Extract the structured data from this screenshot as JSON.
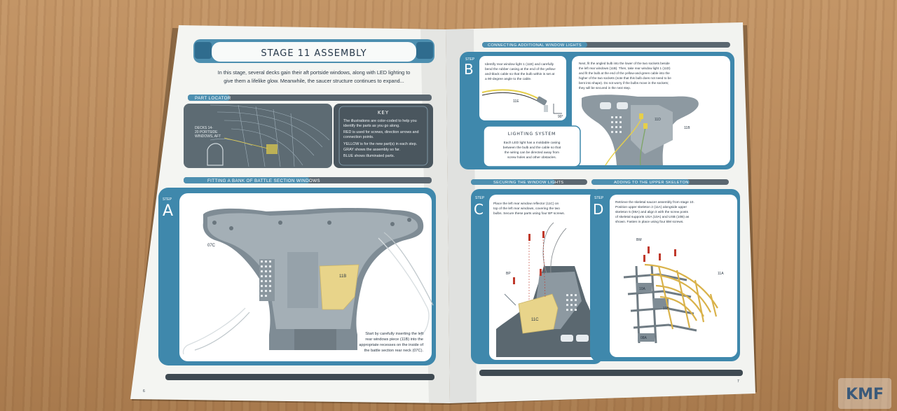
{
  "left_page": {
    "title": "STAGE 11 ASSEMBLY",
    "intro_line1": "In this stage, several decks gain their aft portside windows, along with LED lighting to",
    "intro_line2": "give them a lifelike glow. Meanwhile, the saucer structure continues to expand...",
    "part_locator": {
      "header": "PART LOCATOR",
      "deck_label_1": "DECKS 14-",
      "deck_label_2": "20 PORTSIDE",
      "deck_label_3": "WINDOWS, AFT"
    },
    "key": {
      "title": "KEY",
      "lines": [
        "The illustrations are color-coded to help you",
        "identify the parts as you go along.",
        "RED is used for screws, direction arrows and",
        "connection points.",
        "YELLOW is for the new part(s) in each step.",
        "GRAY shows the assembly so far.",
        "BLUE shows illuminated parts."
      ]
    },
    "section_header": "FITTING A BANK OF BATTLE SECTION WINDOWS",
    "step_a": {
      "step_word": "STEP",
      "letter": "A",
      "part_07c": "07C",
      "part_11b": "11B",
      "caption": [
        "Start by carefully inserting the left",
        "rear windows piece (11B) into the",
        "appropriate recesses on the inside of",
        "the battle section rear neck (07C)."
      ]
    },
    "page_number": "6"
  },
  "right_page": {
    "section_header_b": "CONNECTING ADDITIONAL WINDOW LIGHTS",
    "step_b": {
      "step_word": "STEP",
      "letter": "B",
      "text_left": [
        "Identify rear window light 1 (11E) and carefully",
        "bend the rubber casing at the end of the yellow-",
        "and-black cable so that the bulb within is set at",
        "a 90-degree angle to the cable."
      ],
      "part_11e": "11E",
      "angle": "90°",
      "text_right": [
        "Next, fit the angled bulb into the lower of the two sockets beside",
        "the left rear windows (11B). Then, take rear window light 1 (11D)",
        "and fit the bulb at the end of the yellow-and-green cable into the",
        "higher of the two sockets (note that this bulb does not need to be",
        "bent into shape). Do not worry if the bulbs move in the sockets;",
        "they will be secured in the next step."
      ],
      "part_11d": "11D",
      "part_11b": "11B"
    },
    "lighting_system": {
      "title": "LIGHTING SYSTEM",
      "lines": [
        "Each LED light has a moldable casing",
        "between the bulb and the cable so that",
        "the wiring can be directed away from",
        "screw holes and other obstacles."
      ]
    },
    "section_header_c": "SECURING THE WINDOW LIGHTS",
    "step_c": {
      "step_word": "STEP",
      "letter": "C",
      "text": [
        "Place the left rear window reflector (11C) on",
        "top of the left rear windows, covering the two",
        "bulbs. Secure these parts using four BP screws."
      ],
      "screw": "BP",
      "part_11c": "11C"
    },
    "section_header_d": "ADDING TO THE UPPER SKELETON",
    "step_d": {
      "step_word": "STEP",
      "letter": "D",
      "text": [
        "Retrieve the skeletal saucer assembly from stage 10.",
        "Position upper skeleton 2 (11A) alongside upper",
        "skeleton 5 (08A) and align it with the screw posts",
        "of skeletal supports USA (10A) and USB (10B) as",
        "shown. Fasten in place using four BM screws."
      ],
      "screw": "BM",
      "part_11a": "11A",
      "part_10a": "10A",
      "part_10b": "10B",
      "part_08a": "08A"
    },
    "page_number": "7"
  },
  "watermark": {
    "letters": "KMF"
  },
  "colors": {
    "accent_blue": "#4d8fb0",
    "dark_blue": "#2f6c8e",
    "panel_gray": "#5b6770",
    "band_dark": "#3f4a52",
    "yellow_part": "#e8d48a",
    "key_red": "#d0443a",
    "key_yellow": "#e6cf4a"
  }
}
